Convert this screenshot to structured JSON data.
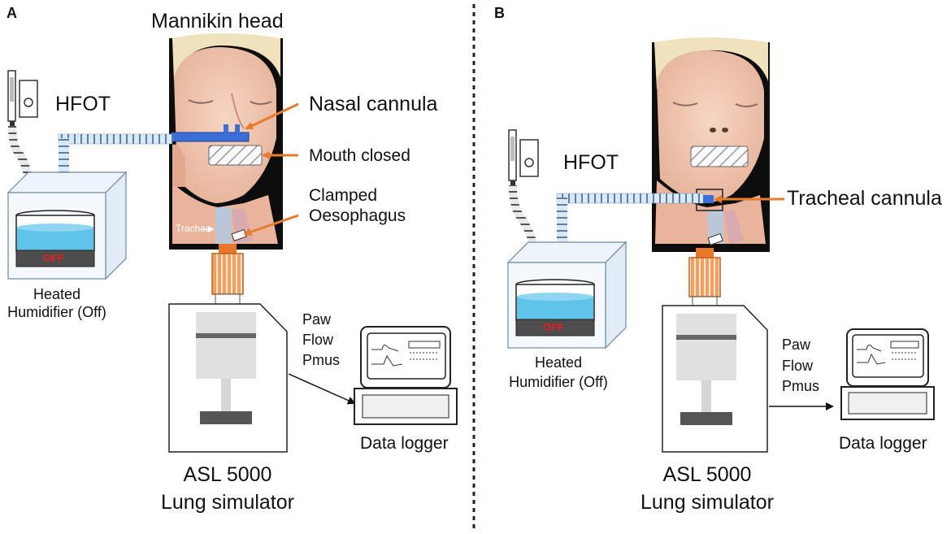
{
  "panel_a": {
    "letter": "A",
    "mannikin": "Mannikin head",
    "hfot": "HFOT",
    "nasal": "Nasal cannula",
    "mouth": "Mouth closed",
    "clamped": "Clamped",
    "oeso": "Oesophagus",
    "trachea": "Trachea",
    "off": "OFF",
    "hum1": "Heated",
    "hum2": "Humidifier (Off)",
    "paw": "Paw",
    "flow": "Flow",
    "pmus": "Pmus",
    "logger": "Data logger",
    "asl1": "ASL 5000",
    "asl2": "Lung simulator"
  },
  "panel_b": {
    "letter": "B",
    "hfot": "HFOT",
    "trach": "Tracheal cannula",
    "off": "OFF",
    "hum1": "Heated",
    "hum2": "Humidifier (Off)",
    "paw": "Paw",
    "flow": "Flow",
    "pmus": "Pmus",
    "logger": "Data logger",
    "asl1": "ASL 5000",
    "asl2": "Lung simulator"
  },
  "colors": {
    "accent_arrow": "#e87b2c",
    "water": "#5fc3ea",
    "cannula": "#3a6fd8",
    "connector": "#e8772a",
    "skin": "#f1c9b5"
  }
}
